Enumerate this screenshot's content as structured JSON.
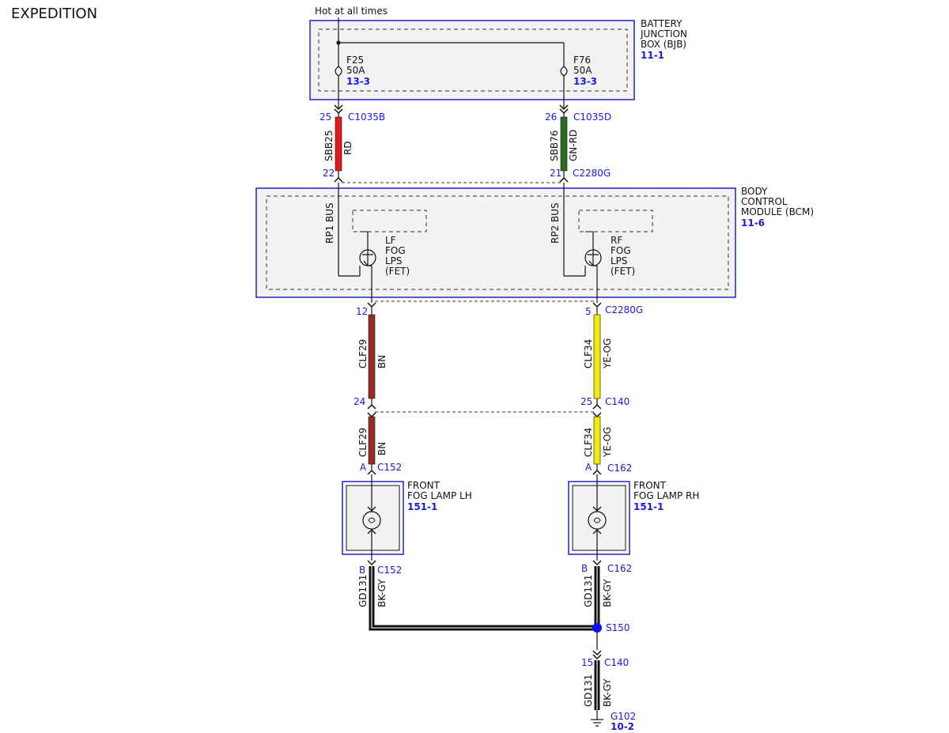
{
  "page_title": "EXPEDITION",
  "power_source": "Hot at all times",
  "colors": {
    "outline_blue": "#2222cc",
    "label_blue": "#1a1adc",
    "box_fill": "#f2f2f2",
    "wire_RD": "#e31b1b",
    "wire_GN_RD": "#2e6b1f",
    "wire_BN": "#9a2a2a",
    "wire_YE_OG": "#f2ec00",
    "wire_BK_GY": "#111111"
  },
  "bjb": {
    "name_lines": [
      "BATTERY",
      "JUNCTION",
      "BOX (BJB)"
    ],
    "ref": "11-1",
    "fuses": [
      {
        "id": "F25",
        "rating": "50A",
        "ref": "13-3"
      },
      {
        "id": "F76",
        "rating": "50A",
        "ref": "13-3"
      }
    ]
  },
  "bcm": {
    "name_lines": [
      "BODY",
      "CONTROL",
      "MODULE (BCM)"
    ],
    "ref": "11-6",
    "left_bus": "RP1 BUS",
    "right_bus": "RP2 BUS",
    "left_output": [
      "LF",
      "FOG",
      "LPS",
      "(FET)"
    ],
    "right_output": [
      "RF",
      "FOG",
      "LPS",
      "(FET)"
    ]
  },
  "circuits": {
    "sbb25": {
      "circuit": "SBB25",
      "color": "RD"
    },
    "sbb76": {
      "circuit": "SBB76",
      "color": "GN-RD"
    },
    "clf29_a": {
      "circuit": "CLF29",
      "color": "BN"
    },
    "clf29_b": {
      "circuit": "CLF29",
      "color": "BN"
    },
    "clf34_a": {
      "circuit": "CLF34",
      "color": "YE-OG"
    },
    "clf34_b": {
      "circuit": "CLF34",
      "color": "YE-OG"
    },
    "gd131_l": {
      "circuit": "GD131",
      "color": "BK-GY"
    },
    "gd131_r": {
      "circuit": "GD131",
      "color": "BK-GY"
    },
    "gd131_g": {
      "circuit": "GD131",
      "color": "BK-GY"
    }
  },
  "connectors": {
    "c1035b": {
      "pin": "25",
      "name": "C1035B"
    },
    "c1035d": {
      "pin": "26",
      "name": "C1035D"
    },
    "c2280g_l": {
      "pin": "22"
    },
    "c2280g_r": {
      "pin": "21",
      "name": "C2280G"
    },
    "c2280g_out_l": {
      "pin": "12"
    },
    "c2280g_out_r": {
      "pin": "5",
      "name": "C2280G"
    },
    "c140_l": {
      "pin": "24"
    },
    "c140_r": {
      "pin": "25",
      "name": "C140"
    },
    "c152_a": {
      "pin": "A",
      "name": "C152"
    },
    "c162_a": {
      "pin": "A",
      "name": "C162"
    },
    "c152_b": {
      "pin": "B",
      "name": "C152"
    },
    "c162_b": {
      "pin": "B",
      "name": "C162"
    },
    "c140_g": {
      "pin": "15",
      "name": "C140"
    }
  },
  "lamps": {
    "lh": {
      "name_lines": [
        "FRONT",
        "FOG LAMP LH"
      ],
      "ref": "151-1"
    },
    "rh": {
      "name_lines": [
        "FRONT",
        "FOG LAMP RH"
      ],
      "ref": "151-1"
    }
  },
  "splice": {
    "name": "S150"
  },
  "ground": {
    "name": "G102",
    "ref": "10-2"
  }
}
